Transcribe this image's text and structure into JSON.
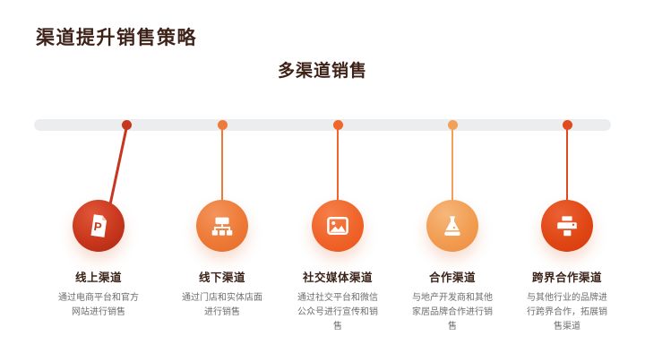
{
  "slide": {
    "title": "渠道提升销售策略",
    "subtitle": "多渠道销售"
  },
  "colors": {
    "background": "#FFFFFF",
    "title_text": "#3E2218",
    "item_title_text": "#3B2318",
    "desc_text": "#6E6E6E",
    "timeline_bar": "#ECEDEF",
    "icon_white": "#FFFFFF"
  },
  "items": [
    {
      "title": "线上渠道",
      "desc": "通过电商平台和官方网站进行销售",
      "icon": "ppt-file-icon",
      "accent": "#C5371E",
      "bubble_bg": "radial-gradient(circle at 38% 28%, #E05538 0%, #C8371D 55%, #A92712 100%)"
    },
    {
      "title": "线下渠道",
      "desc": "通过门店和实体店面进行销售",
      "icon": "sitemap-icon",
      "accent": "#ED7B3C",
      "bubble_bg": "radial-gradient(circle at 38% 28%, #F3945C 0%, #EE7A37 55%, #E46A28 100%)"
    },
    {
      "title": "社交媒体渠道",
      "desc": "通过社交平台和微信公众号进行宣传和销售",
      "icon": "image-icon",
      "accent": "#F0662B",
      "bubble_bg": "radial-gradient(circle at 38% 28%, #F58049 0%, #F0642A 55%, #E8561A 100%)"
    },
    {
      "title": "合作渠道",
      "desc": "与地产开发商和其他家居品牌合作进行销售",
      "icon": "flask-icon",
      "accent": "#F2A158",
      "bubble_bg": "radial-gradient(circle at 38% 28%, #F6B77C 0%, #F29D52 55%, #EC8C3E 100%)"
    },
    {
      "title": "跨界合作渠道",
      "desc": "与其他行业的品牌进行跨界合作，拓展销售渠道",
      "icon": "printer-icon",
      "accent": "#E04A1E",
      "bubble_bg": "radial-gradient(circle at 38% 28%, #EB6134 0%, #E04715 55%, #D4390C 100%)"
    }
  ]
}
